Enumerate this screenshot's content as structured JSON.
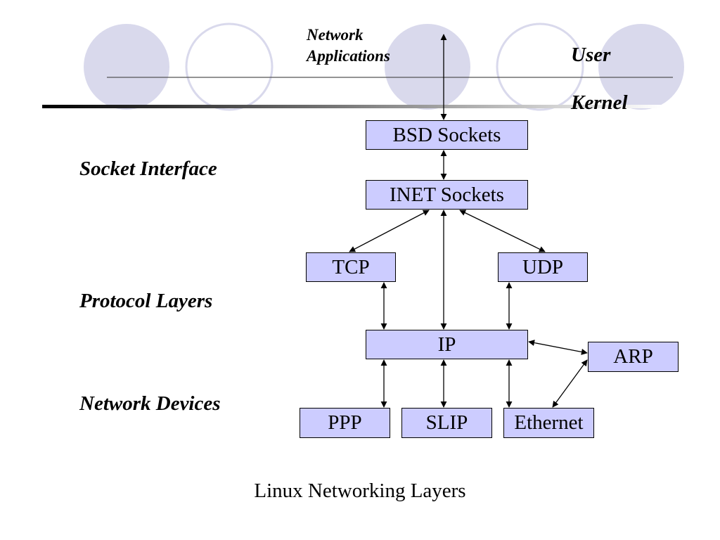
{
  "header": {
    "network_applications": [
      "Network",
      "Applications"
    ],
    "user": "User",
    "kernel": "Kernel"
  },
  "side_labels": {
    "socket_interface": "Socket Interface",
    "protocol_layers": "Protocol Layers",
    "network_devices": "Network Devices"
  },
  "boxes": {
    "bsd_sockets": "BSD Sockets",
    "inet_sockets": "INET Sockets",
    "tcp": "TCP",
    "udp": "UDP",
    "ip": "IP",
    "arp": "ARP",
    "ppp": "PPP",
    "slip": "SLIP",
    "ethernet": "Ethernet"
  },
  "caption": "Linux Networking Layers",
  "colors": {
    "box_fill": "#ccccff",
    "circle_fill": "#d9d9ec",
    "circle_stroke": "#d9d9ec"
  }
}
